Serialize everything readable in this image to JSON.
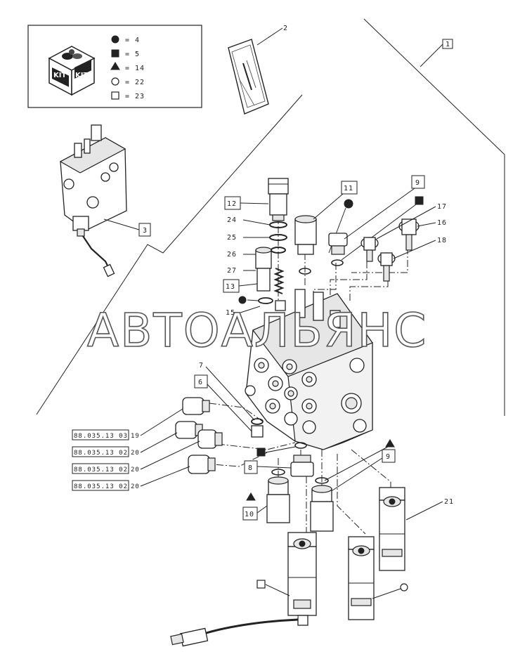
{
  "kit_legend": {
    "kit_icon_text": "KIT",
    "rows": [
      {
        "symbol": "filled-circle",
        "text": "= 4"
      },
      {
        "symbol": "filled-square",
        "text": "= 5"
      },
      {
        "symbol": "filled-triangle",
        "text": "= 14"
      },
      {
        "symbol": "open-circle",
        "text": "= 22"
      },
      {
        "symbol": "open-square",
        "text": "= 23"
      }
    ]
  },
  "watermark": "АВТОАЛЬЯНС",
  "callouts": {
    "c1": "1",
    "c2": "2",
    "c3": "3",
    "c6": "6",
    "c7": "7",
    "c8": "8",
    "c9a": "9",
    "c9b": "9",
    "c10": "10",
    "c11": "11",
    "c12": "12",
    "c13": "13",
    "c15": "15",
    "c16": "16",
    "c17": "17",
    "c18": "18",
    "c21": "21",
    "c24": "24",
    "c25": "25",
    "c26": "26",
    "c27": "27"
  },
  "refs": [
    {
      "code": "88.035.13 03",
      "num": "19"
    },
    {
      "code": "88.035.13 02",
      "num": "20"
    },
    {
      "code": "88.035.13 02",
      "num": "20"
    },
    {
      "code": "88.035.13 02",
      "num": "20"
    }
  ]
}
